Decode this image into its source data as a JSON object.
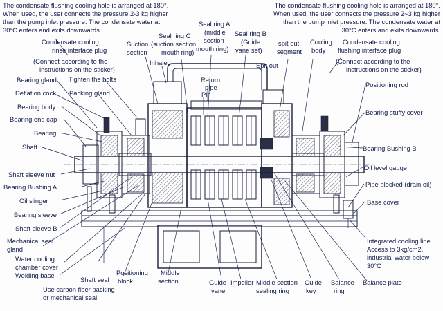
{
  "notes": {
    "left": [
      "The condensate flushing cooling hole is arranged at 180°.",
      "When used, the user connects the pressure 2-3 kg higher",
      "than the pump inlet pressure. The condensate water at",
      "30°C enters and exits downwards."
    ],
    "right": [
      "The condensate flushing cooling hole is arranged at 180°.",
      "When used, the user connects the pressure 2~3 kg higher",
      "than the pump inlet pressure. The condensate water at",
      "30°C enters and exits downwards."
    ]
  },
  "labels": {
    "rinse_plug": [
      "Condensate cooling",
      "rinse interface plug"
    ],
    "connect_left": [
      "(Connect according to the",
      "instructions on the sticker)"
    ],
    "bearing_gland": "Bearing gland",
    "tighten_bolts": "Tighten the bolts",
    "deflation_cock": "Deflation cock",
    "packing_gland": "Packing gland",
    "bearing_body": "Bearing body",
    "bearing_end_cap": "Bearing end cap",
    "bearing": "Bearing",
    "shaft": "Shaft",
    "shaft_sleeve_nut": "Shaft sleeve nut",
    "bearing_bushing_a": "Bearing Bushing A",
    "oil_slinger": "Oil slinger",
    "bearing_sleeve": "Bearing sleeve",
    "shaft_sleeve_b": "Shaft sleeve B",
    "mechanical_seal_gland": [
      "Mechanical seal",
      "gland"
    ],
    "water_cooling_cover": [
      "Water cooling",
      "chamber cover"
    ],
    "welding_base": "Welding base",
    "suction_section": [
      "Suction",
      "section"
    ],
    "inhaled": "Inhaled",
    "seal_ring_c": [
      "Seal ring C",
      "(suction section",
      "mouth ring)"
    ],
    "seal_ring_a": [
      "Seal ring A",
      "(middle",
      "section",
      "mouth ring)"
    ],
    "seal_ring_b": [
      "Seal ring B",
      "(Guide",
      "vane set)"
    ],
    "spit_out_segment": [
      "spit out",
      "segment"
    ],
    "spit_out": "Spit out",
    "cooling_body": [
      "Cooling",
      "body"
    ],
    "flushing_plug": [
      "Condensate cooling",
      "flushing interface plug"
    ],
    "connect_right": [
      "(Connect according to the",
      "instructions on the sticker)"
    ],
    "return_pipe": [
      "Return",
      "pipe"
    ],
    "pin": "Pin",
    "positioning_rod": "Positioning rod",
    "bearing_stuffy_cover": "Bearing stuffy cover",
    "bearing_bushing_b": "Bearing Bushing B",
    "oil_level_gauge": "Oil level gauge",
    "pipe_blocked": "Pipe blocked (drain oil)",
    "base_cover": "Base cover",
    "integrated_cooling": [
      "Integrated cooling line",
      "Access to 3kg/cm2,",
      "industrial water below",
      "30°C"
    ],
    "shaft_seal": "Shaft seal",
    "carbon_fiber": [
      "Use carbon fiber packing",
      "or mechanical seal"
    ],
    "positioning_block": [
      "Positioning",
      "block"
    ],
    "middle_section": [
      "Middle",
      "section"
    ],
    "guide_vane": [
      "Guide",
      "vane"
    ],
    "impeller": "Impeller",
    "middle_section_sealing_ring": [
      "Middle section",
      "sealing ring"
    ],
    "guide_key": [
      "Guide",
      "key"
    ],
    "balance_ring": [
      "Balance",
      "ring"
    ],
    "balance_plate": "Balance plate"
  }
}
